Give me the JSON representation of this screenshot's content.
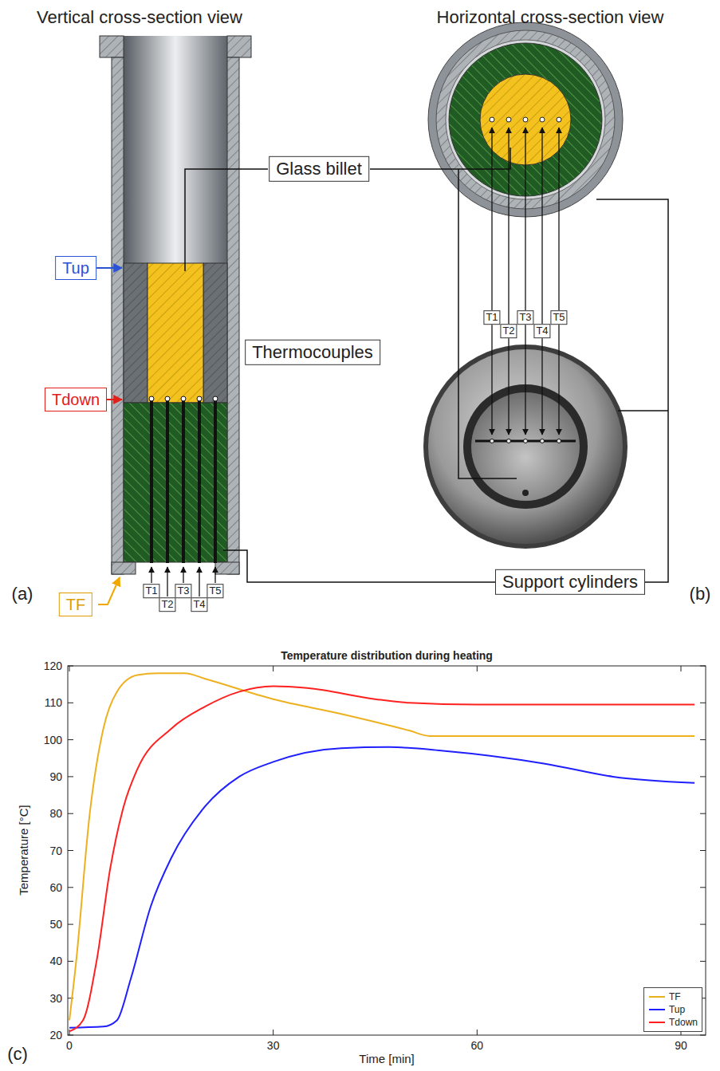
{
  "diagram": {
    "nodes": [
      {
        "text": [
          "Glass billet"
        ]
      },
      {
        "text": [
          "Thermocouples"
        ]
      },
      {
        "text": [
          "Support cylinders"
        ]
      },
      {
        "text": [
          "Tup"
        ]
      },
      {
        "text": [
          "Tdown"
        ]
      },
      {
        "text": [
          "TF"
        ]
      },
      {
        "text": [
          "T1"
        ]
      },
      {
        "text": [
          "T2"
        ]
      },
      {
        "text": [
          "T3"
        ]
      },
      {
        "text": [
          "T4"
        ]
      },
      {
        "text": [
          "T5"
        ]
      },
      {
        "text": [
          "T1"
        ]
      },
      {
        "text": [
          "T2"
        ]
      },
      {
        "text": [
          "T3"
        ]
      },
      {
        "text": [
          "T4"
        ]
      },
      {
        "text": [
          "T5"
        ]
      }
    ],
    "labels": [
      "Vertical cross-section view",
      "Horizontal cross-section view",
      "(a)",
      "(b)",
      "Temperature distribution during heating",
      "Temperature [°C]",
      "Time [min]",
      "(c)",
      "120",
      "110",
      "100",
      "90",
      "80",
      "70",
      "60",
      "50",
      "40",
      "30",
      "20",
      "0",
      "30",
      "60",
      "90"
    ],
    "legend": [
      {
        "text": "TF"
      },
      {
        "text": "Tup"
      },
      {
        "text": "Tdown"
      }
    ]
  }
}
